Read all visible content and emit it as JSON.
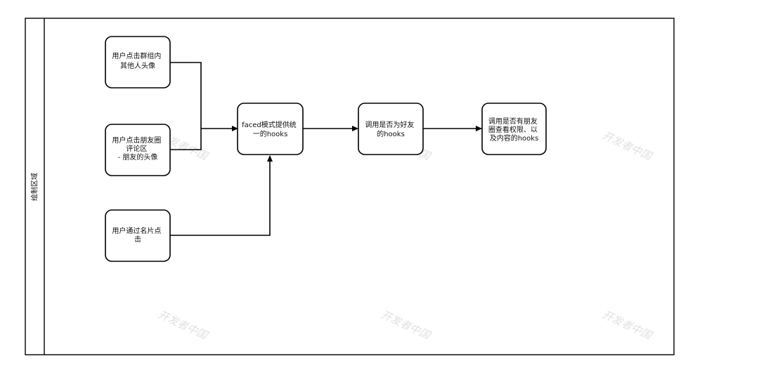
{
  "lane": {
    "label": "绘制区域"
  },
  "nodes": {
    "n1": [
      "用户点击群组内",
      "其他人头像"
    ],
    "n2": [
      "用户点击朋友圈",
      "评论区",
      "- 朋友的头像"
    ],
    "n3": [
      "用户通过名片点",
      "击"
    ],
    "n4": [
      "faced模式提供统",
      "一的hooks"
    ],
    "n5": [
      "调用是否为好友",
      "的hooks"
    ],
    "n6": [
      "调用是否有朋友",
      "圈查看权限、以",
      "及内容的hooks"
    ]
  },
  "watermark": "开发者中国"
}
